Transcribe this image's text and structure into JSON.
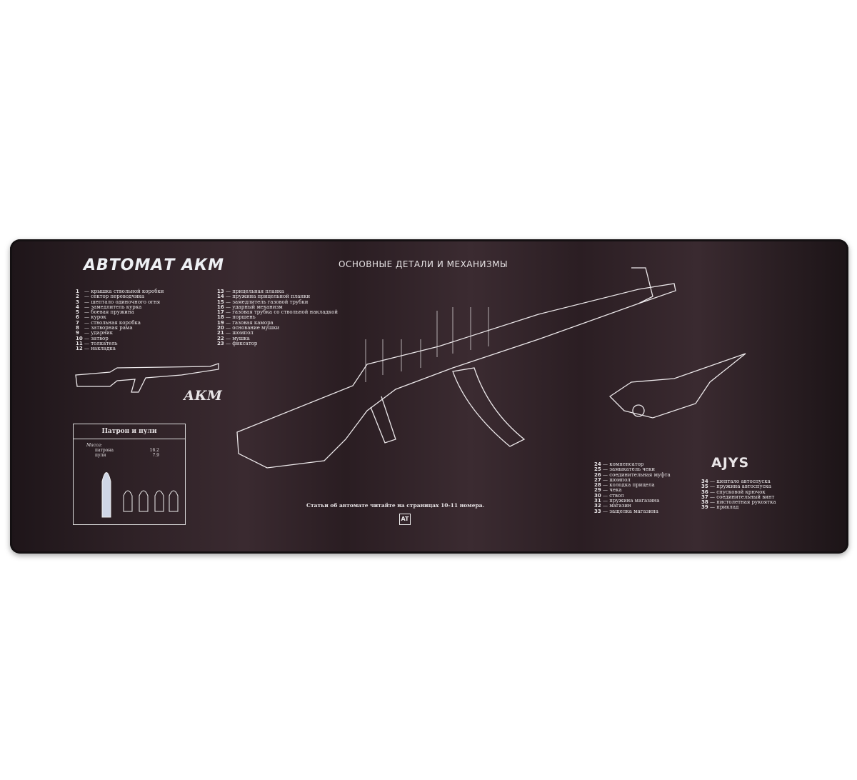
{
  "title": "АВТОМАТ АКМ",
  "subtitle": "ОСНОВНЫЕ ДЕТАЛИ И МЕХАНИЗМЫ",
  "model_label": "АКМ",
  "brand": "AJYS",
  "legend_left": [
    {
      "n": "1",
      "t": "крышка ствольной коробки"
    },
    {
      "n": "2",
      "t": "сектор переводчика"
    },
    {
      "n": "3",
      "t": "шептало одиночного огня"
    },
    {
      "n": "4",
      "t": "замедлитель курка"
    },
    {
      "n": "5",
      "t": "боевая пружина"
    },
    {
      "n": "6",
      "t": "курок"
    },
    {
      "n": "7",
      "t": "ствольная коробка"
    },
    {
      "n": "8",
      "t": "затворная рама"
    },
    {
      "n": "9",
      "t": "ударник"
    },
    {
      "n": "10",
      "t": "затвор"
    },
    {
      "n": "11",
      "t": "толкатель"
    },
    {
      "n": "12",
      "t": "накладка"
    }
  ],
  "legend_mid": [
    {
      "n": "13",
      "t": "прицельная планка"
    },
    {
      "n": "14",
      "t": "пружина прицельной планки"
    },
    {
      "n": "15",
      "t": "замедлитель газовой трубки"
    },
    {
      "n": "16",
      "t": "ударный механизм"
    },
    {
      "n": "17",
      "t": "газовая трубка со ствольной накладкой"
    },
    {
      "n": "18",
      "t": "поршень"
    },
    {
      "n": "19",
      "t": "газовая камора"
    },
    {
      "n": "20",
      "t": "основание мушки"
    },
    {
      "n": "21",
      "t": "шомпол"
    },
    {
      "n": "22",
      "t": "мушка"
    },
    {
      "n": "23",
      "t": "фиксатор"
    }
  ],
  "legend_right1": [
    {
      "n": "24",
      "t": "компенсатор"
    },
    {
      "n": "25",
      "t": "замыкатель чеки"
    },
    {
      "n": "26",
      "t": "соединительная муфта"
    },
    {
      "n": "27",
      "t": "шомпол"
    },
    {
      "n": "28",
      "t": "колодка прицела"
    },
    {
      "n": "29",
      "t": "чека"
    },
    {
      "n": "30",
      "t": "ствол"
    },
    {
      "n": "31",
      "t": "пружина магазина"
    },
    {
      "n": "32",
      "t": "магазин"
    },
    {
      "n": "33",
      "t": "защелка магазина"
    }
  ],
  "legend_right2": [
    {
      "n": "34",
      "t": "шептало автоспуска"
    },
    {
      "n": "35",
      "t": "пружина автоспуска"
    },
    {
      "n": "36",
      "t": "спусковой крючок"
    },
    {
      "n": "37",
      "t": "соединительный винт"
    },
    {
      "n": "38",
      "t": "пистолетная рукоятка"
    },
    {
      "n": "39",
      "t": "приклад"
    }
  ],
  "cartridge_box": {
    "title": "Патрон и пули",
    "mass_label": "Масса:",
    "rows": [
      {
        "label": "патрона",
        "value": "16.2"
      },
      {
        "label": "пули",
        "value": "7.9"
      }
    ]
  },
  "footer": "Статьи об автомате читайте на страницах 10-11 номера.",
  "logo": "AT",
  "colors": {
    "mat": "#2e2126",
    "print": "#e8e4e6"
  }
}
